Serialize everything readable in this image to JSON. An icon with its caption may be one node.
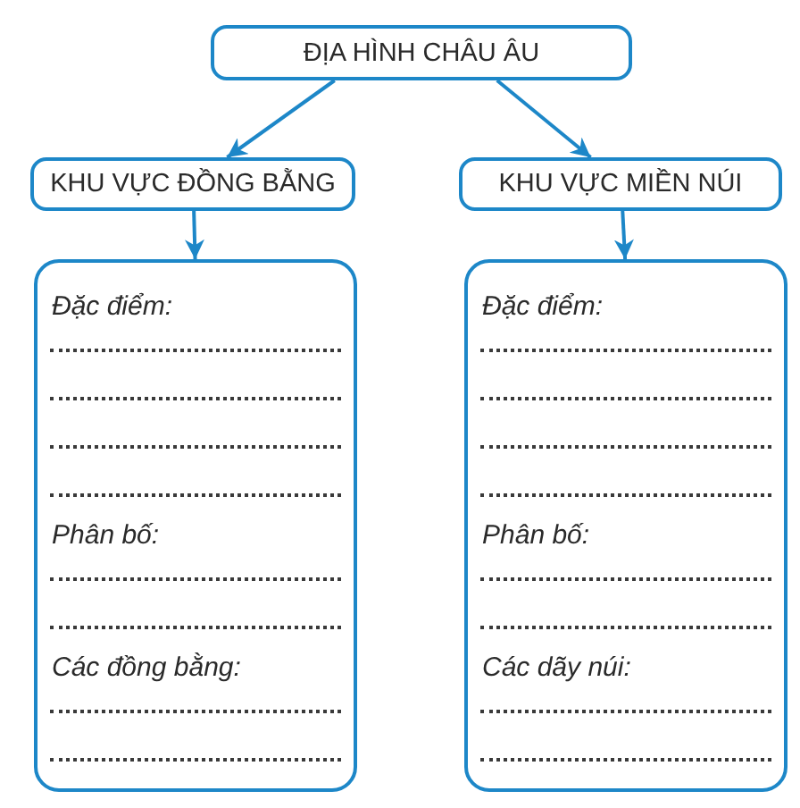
{
  "diagram": {
    "nodes": [
      {
        "text": [
          "ĐỊA HÌNH CHÂU ÂU"
        ]
      },
      {
        "text": [
          "KHU VỰC ĐỒNG BẰNG"
        ]
      },
      {
        "text": [
          "KHU VỰC MIỀN NÚI"
        ]
      },
      {
        "text": [
          "Đặc điểm:",
          "Phân bố:",
          "Các đồng bằng:"
        ]
      },
      {
        "text": [
          "Đặc điểm:",
          "Phân bố:",
          "Các dãy núi:"
        ]
      }
    ],
    "edges": [
      {
        "from": 0,
        "to": 1,
        "arrow": "to"
      },
      {
        "from": 0,
        "to": 2,
        "arrow": "to"
      },
      {
        "from": 1,
        "to": 3,
        "arrow": "to"
      },
      {
        "from": 2,
        "to": 4,
        "arrow": "to"
      }
    ]
  }
}
